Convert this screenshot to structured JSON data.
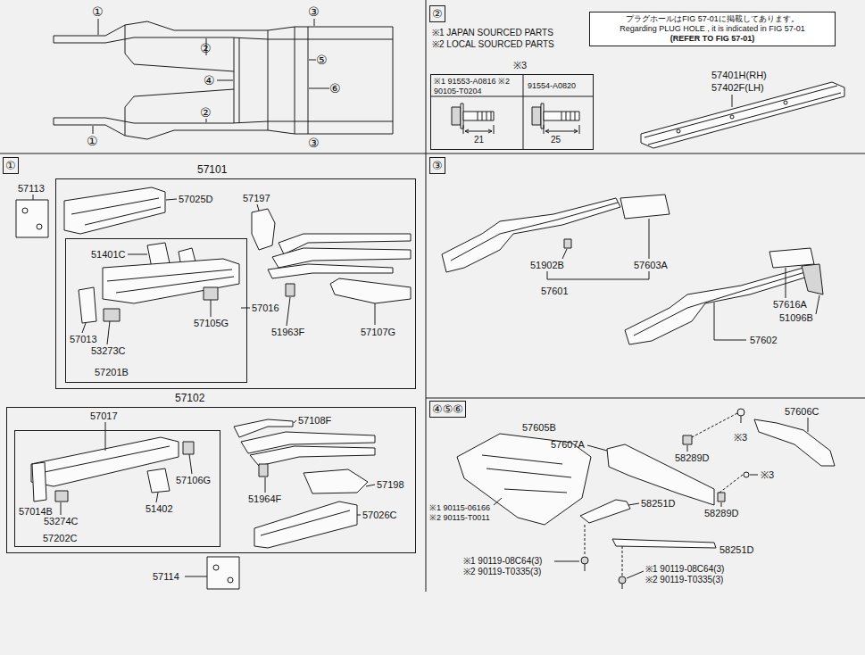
{
  "diagram": {
    "nodes": [
      {
        "text": [
          "②"
        ]
      },
      {
        "text": [
          "プラグホールはFIG 57-01に掲載してあります。",
          "Regarding PLUG HOLE , it is indicated in FIG 57-01",
          "(REFER TO FIG 57-01)"
        ]
      },
      {
        "text": [
          "※3",
          "※1 91553-A0816 ※2 90105-T0204",
          "91554-A0820",
          "21",
          "25"
        ]
      },
      {
        "text": [
          "①"
        ]
      },
      {
        "text": [
          "57101"
        ]
      },
      {
        "text": [
          "57201B"
        ],
        "in": 4
      },
      {
        "text": [
          "57102"
        ]
      },
      {
        "text": [
          "57202C"
        ],
        "in": 6
      },
      {
        "text": [
          "③"
        ]
      },
      {
        "text": [
          "④⑤⑥"
        ]
      }
    ],
    "labels": [
      "①",
      "③",
      "②",
      "⑤",
      "④",
      "⑥",
      "②",
      "①",
      "③",
      "※1 JAPAN SOURCED PARTS",
      "※2 LOCAL SOURCED PARTS",
      "57401H(RH)",
      "57402F(LH)",
      "57113",
      "57025D",
      "57197",
      "51401C",
      "57105G",
      "57013",
      "53273C",
      "57016",
      "51963F",
      "57107G",
      "57017",
      "57108F",
      "57106G",
      "51402",
      "51964F",
      "57198",
      "57014B",
      "53274C",
      "57026C",
      "57114",
      "51902B",
      "57603A",
      "57601",
      "57616A",
      "51096B",
      "57602",
      "57605B",
      "57607A",
      "57606C",
      "※3",
      "58289D",
      "※3",
      "58251D",
      "58289D",
      "※1 90115-06166",
      "※2 90115-T0011",
      "58251D",
      "※1 90119-08C64(3)",
      "※2 90119-T0335(3)",
      "※1 90119-08C64(3)",
      "※2 90119-T0335(3)"
    ]
  }
}
